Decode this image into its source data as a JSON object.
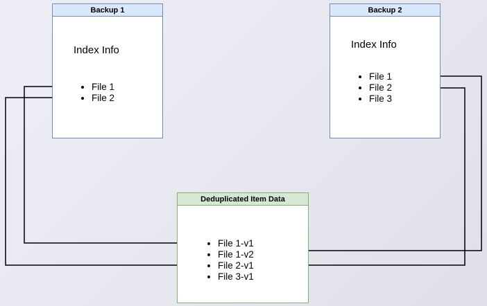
{
  "diagram": {
    "background_color": "#e8e8f0",
    "connector_color": "#000000",
    "backup1": {
      "title": "Backup 1",
      "subtitle": "Index Info",
      "items": [
        "File 1",
        "File 2"
      ],
      "border_color": "#6c8ebf",
      "header_fill": "#dae8fc"
    },
    "backup2": {
      "title": "Backup 2",
      "subtitle": "Index Info",
      "items": [
        "File 1",
        "File 2",
        "File 3"
      ],
      "border_color": "#6c8ebf",
      "header_fill": "#dae8fc"
    },
    "dedup": {
      "title": "Deduplicated Item Data",
      "items": [
        "File 1-v1",
        "File 1-v2",
        "File 2-v1",
        "File 3-v1"
      ],
      "border_color": "#82b366",
      "header_fill": "#d5e8d4"
    },
    "connections": [
      {
        "from": "Backup 1 / File 1",
        "to": "File 1-v1"
      },
      {
        "from": "Backup 1 / File 2",
        "to": "File 2-v1"
      },
      {
        "from": "Backup 2 / File 1",
        "to": "File 1-v2"
      },
      {
        "from": "Backup 2 / File 2",
        "to": "File 2-v1"
      }
    ]
  }
}
